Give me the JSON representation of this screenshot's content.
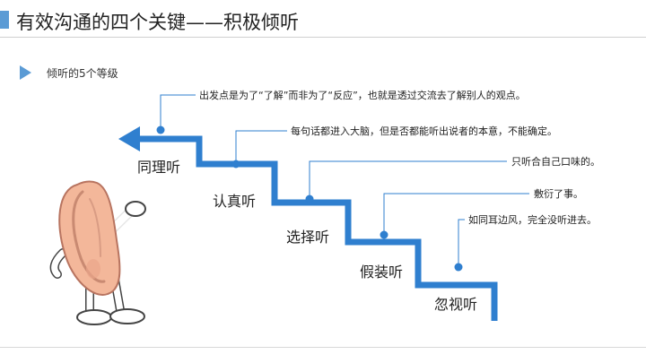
{
  "slide": {
    "title": "有效沟通的四个关键——积极倾听",
    "subtitle": "倾听的5个等级"
  },
  "levels": [
    {
      "label": "同理听",
      "note": "出发点是为了“了解”而非为了“反应”，也就是透过交流去了解别人的观点。"
    },
    {
      "label": "认真听",
      "note": "每句话都进入大脑，但是否都能听出说者的本意，不能确定。"
    },
    {
      "label": "选择听",
      "note": "只听合自己口味的。"
    },
    {
      "label": "假装听",
      "note": "敷衍了事。"
    },
    {
      "label": "忽视听",
      "note": "如同耳边风，完全没听进去。"
    }
  ],
  "colors": {
    "accent": "#5b9bd5",
    "stair": "#2f7fcf",
    "ear": "#f3b79a"
  },
  "icons": {
    "mascot": "ear-mascot-icon",
    "bullet": "triangle-bullet-icon",
    "stairs": "staircase-arrow-icon"
  }
}
